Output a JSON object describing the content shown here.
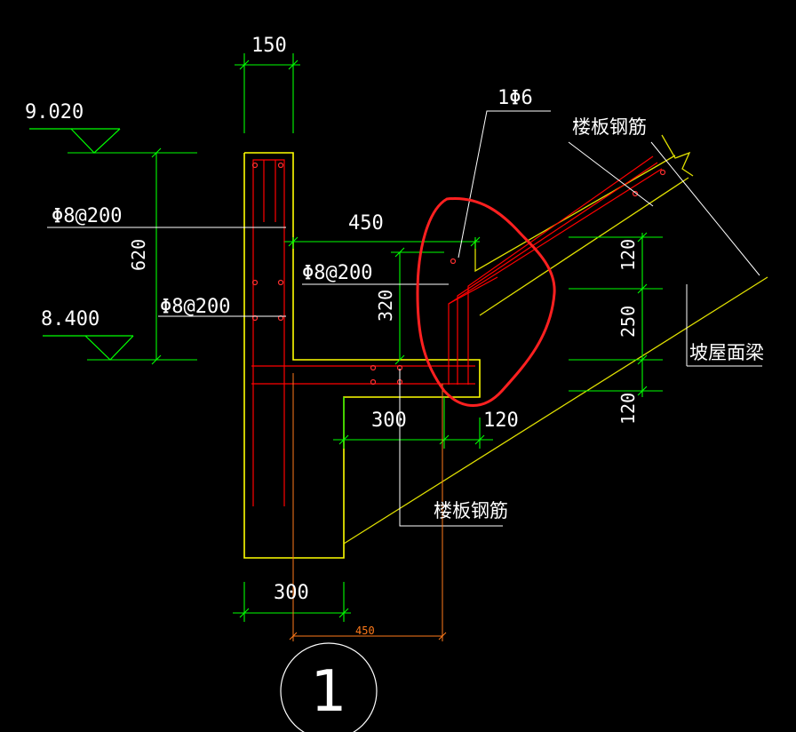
{
  "colors": {
    "background": "#000000",
    "outline": "#ffff00",
    "dimension": "#00ff00",
    "rebar": "#ff0000",
    "leader": "#ffffff",
    "annotation_cloud": "#ff2020",
    "orange_dim": "#ff7a1a",
    "slope_line": "#c8c800"
  },
  "dimensions": {
    "wall_top_width": "150",
    "beam_length": "450",
    "beam_height": "320",
    "elev_span": "620",
    "slab_thk_top": "120",
    "beam_depth": "250",
    "slab_thk_bottom": "120",
    "inner_width": "300",
    "edge_120": "120",
    "bottom_width": "300",
    "orange_450": "450"
  },
  "elevations": {
    "top": "9.020",
    "bottom": "8.400"
  },
  "labels": {
    "rebar_wall_a": "Φ8@200",
    "rebar_wall_b": "Φ8@200",
    "rebar_beam": "Φ8@200",
    "rebar_1phi6": "1Φ6",
    "slab_rebar_top": "楼板钢筋",
    "slab_rebar_bottom": "楼板钢筋",
    "slope_roof_beam": "坡屋面梁"
  },
  "detail_marker": "1"
}
